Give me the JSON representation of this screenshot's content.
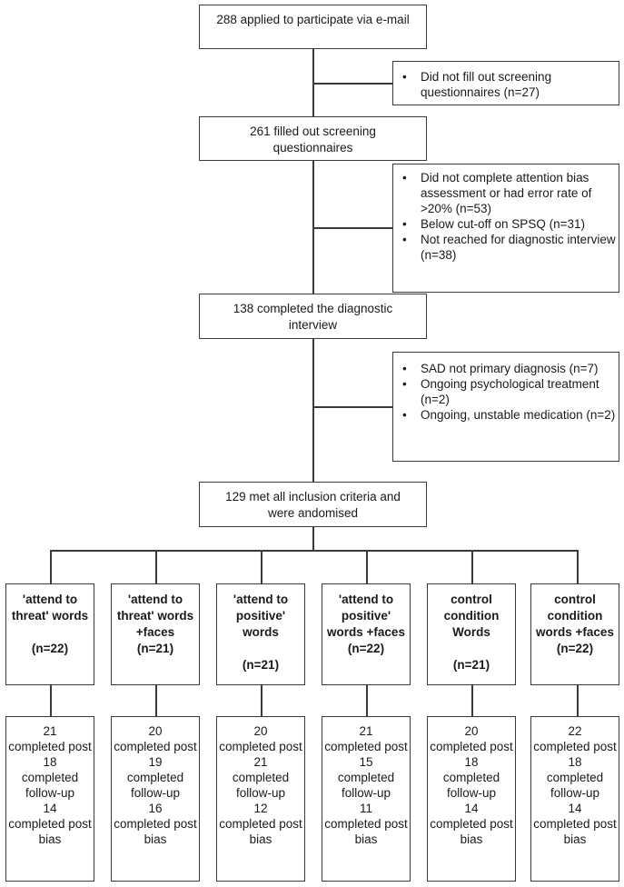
{
  "top": {
    "applied": "288 applied to participate via e-mail",
    "screened": "261 filled out screening questionnaires",
    "interviewed": "138 completed the diagnostic interview",
    "randomised": "129 met all inclusion criteria and were andomised"
  },
  "exclusions": {
    "e1": [
      "Did not  fill out screening questionnaires (n=27)"
    ],
    "e2": [
      "Did not complete attention bias assessment or had error rate of >20% (n=53)",
      "Below cut-off on SPSQ (n=31)",
      "Not reached for diagnostic interview (n=38)"
    ],
    "e3": [
      "SAD not primary diagnosis (n=7)",
      "Ongoing psychological treatment (n=2)",
      "Ongoing, unstable medication (n=2)"
    ]
  },
  "arms": [
    {
      "label": "'attend to threat' words",
      "n": "(n=22)"
    },
    {
      "label": "'attend to threat' words +faces",
      "n": "(n=21)"
    },
    {
      "label": "'attend to positive' words",
      "n": "(n=21)"
    },
    {
      "label": "'attend to positive' words +faces",
      "n": "(n=22)"
    },
    {
      "label": "control condition Words",
      "n": "(n=21)"
    },
    {
      "label": "control condition words +faces",
      "n": "(n=22)"
    }
  ],
  "outcomes": [
    {
      "post": "21",
      "post_label": "completed post",
      "fu": "18",
      "fu_label": "completed follow-up",
      "bias": "14",
      "bias_label": "completed post bias"
    },
    {
      "post": "20",
      "post_label": "completed post",
      "fu": "19",
      "fu_label": "completed follow-up",
      "bias": "16",
      "bias_label": "completed post bias"
    },
    {
      "post": "20",
      "post_label": "completed post",
      "fu": "21",
      "fu_label": "completed follow-up",
      "bias": "12",
      "bias_label": "completed post bias"
    },
    {
      "post": "21",
      "post_label": "completed post",
      "fu": "15",
      "fu_label": "completed follow-up",
      "bias": "11",
      "bias_label": "completed post bias"
    },
    {
      "post": "20",
      "post_label": "completed post",
      "fu": "18",
      "fu_label": "completed follow-up",
      "bias": "14",
      "bias_label": "completed post bias"
    },
    {
      "post": "22",
      "post_label": "completed post",
      "fu": "18",
      "fu_label": "completed follow-up",
      "bias": "14",
      "bias_label": "completed post bias"
    }
  ]
}
